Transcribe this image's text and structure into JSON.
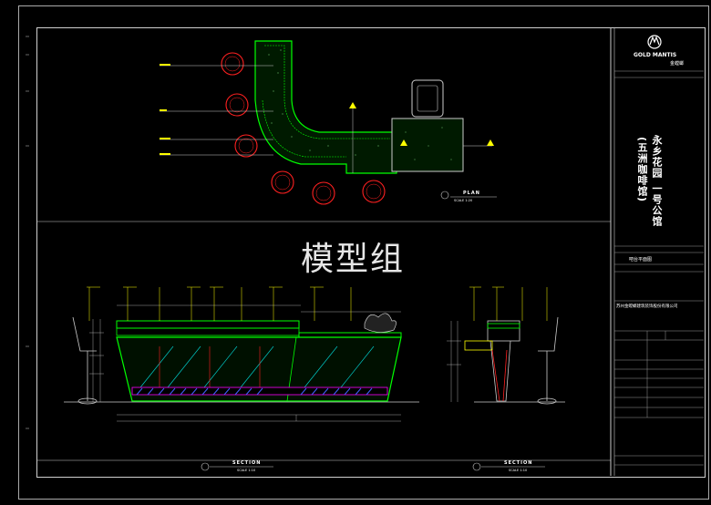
{
  "watermark": "模型组",
  "project_title": "永乡花园 一号公馆",
  "project_subtitle": "(五洲咖啡馆)",
  "logo": {
    "brand": "GOLD MANTIS",
    "sub": "金螳螂"
  },
  "plan_label": "PLAN",
  "plan_scale": "SCALE 1:20",
  "section_label_1": "SECTION",
  "section_label_2": "SECTION",
  "section_scale": "SCALE 1:10",
  "drawing_title": "吧台平面图",
  "company": "苏州金螳螂建筑装饰股份有限公司",
  "colors": {
    "line": "#ffffff",
    "green": "#00ff00",
    "yellow": "#ffff00",
    "red": "#ff2020",
    "blue": "#4060ff",
    "magenta": "#ff00ff",
    "cyan": "#00ffff"
  }
}
